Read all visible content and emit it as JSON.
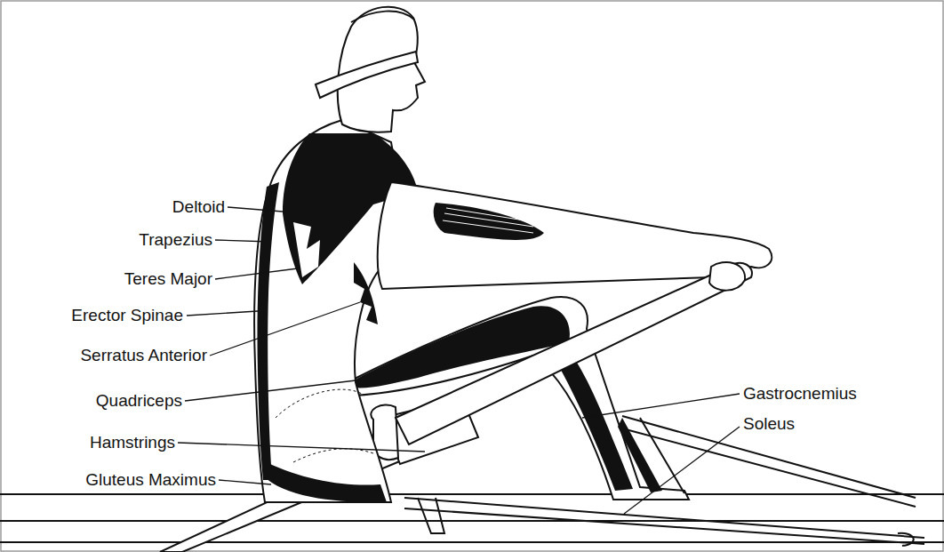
{
  "diagram": {
    "labels": [
      "Deltoid",
      "Trapezius",
      "Teres Major",
      "Erector Spinae",
      "Serratus Anterior",
      "Quadriceps",
      "Hamstrings",
      "Gluteus Maximus",
      "Gastrocnemius",
      "Soleus"
    ]
  }
}
